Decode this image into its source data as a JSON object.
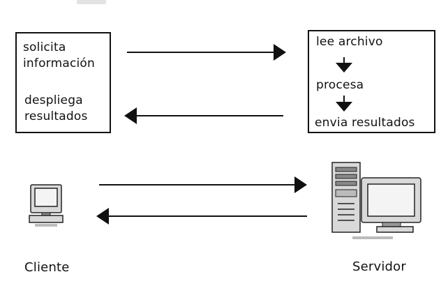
{
  "client_box": {
    "request_line1": "solicita",
    "request_line2": "información",
    "display_line1": "despliega",
    "display_line2": "resultados"
  },
  "server_box": {
    "step1": "lee archivo",
    "step2": "procesa",
    "step3": "envia resultados"
  },
  "icons": {
    "client": "desktop-computer-icon",
    "server": "server-tower-with-monitor-icon"
  },
  "labels": {
    "client": "Cliente",
    "server": "Servidor"
  }
}
